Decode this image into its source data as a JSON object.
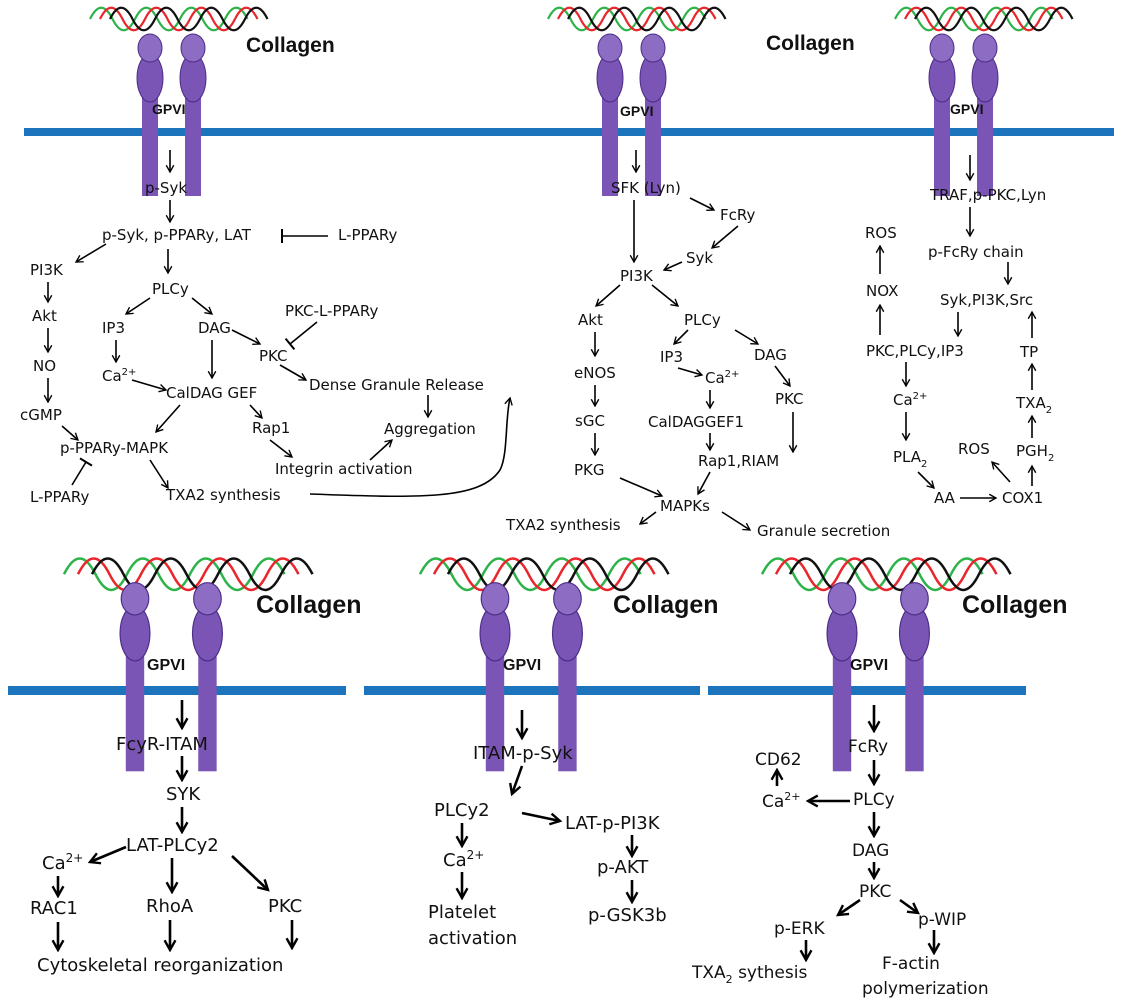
{
  "colors": {
    "membrane": "#1c74bc",
    "receptor": "#7a55b5",
    "receptor_dark": "#4b2c86",
    "helix_red": "#e8262b",
    "helix_green": "#2eb34a",
    "helix_black": "#111111"
  },
  "labels": {
    "collagen": "Collagen",
    "gpvi": "GPVI",
    "ca2": "Ca",
    "plus2": "2+",
    "sub2": "2",
    "txa": "TXA",
    "pla": "PLA",
    "pgh": "PGH"
  },
  "panel1": {
    "psyk": "p-Syk",
    "psyk_ppar_lat": "p-Syk, p-PPARy, LAT",
    "l_ppary_top": "L-PPARy",
    "pi3k": "PI3K",
    "plcy": "PLCy",
    "akt": "Akt",
    "ip3": "IP3",
    "dag": "DAG",
    "pkc_l_ppary": "PKC-L-PPARy",
    "no": "NO",
    "pkc": "PKC",
    "caldag_gef": "CalDAG GEF",
    "dense_granule": "Dense Granule Release",
    "cgmp": "cGMP",
    "rap1": "Rap1",
    "aggregation": "Aggregation",
    "pppary_mapk": "p-PPARy-MAPK",
    "integrin": "Integrin activation",
    "l_ppary_bottom": "L-PPARy",
    "txa2_synthesis": "TXA2 synthesis"
  },
  "panel2": {
    "sfk": "SFK (Lyn)",
    "fcry": "FcRy",
    "syk": "Syk",
    "pi3k": "PI3K",
    "akt": "Akt",
    "plcy": "PLCy",
    "ip3": "IP3",
    "dag": "DAG",
    "enos": "eNOS",
    "sgc": "sGC",
    "pkc": "PKC",
    "caldaggef1": "CalDAGGEF1",
    "pkg": "PKG",
    "rap1_riam": "Rap1,RIAM",
    "mapks": "MAPKs",
    "txa2_synthesis": "TXA2 synthesis",
    "granule_secretion": "Granule secretion"
  },
  "panel3": {
    "traf": "TRAF,p-PKC,Lyn",
    "ros_top": "ROS",
    "pfcry": "p-FcRy chain",
    "nox": "NOX",
    "syk_pi3k_src": "Syk,PI3K,Src",
    "pkc_plcy_ip3": "PKC,PLCy,IP3",
    "tp": "TP",
    "ros_bottom": "ROS",
    "aa": "AA",
    "cox1": "COX1"
  },
  "panel4": {
    "fcyr_itam": "FcyR-ITAM",
    "syk": "SYK",
    "lat_plcy2": "LAT-PLCy2",
    "rac1": "RAC1",
    "rhoa": "RhoA",
    "pkc": "PKC",
    "cyto": "Cytoskeletal  reorganization"
  },
  "panel5": {
    "itam_psyk": "ITAM-p-Syk",
    "plcy2": "PLCy2",
    "lat_ppi3k": "LAT-p-PI3K",
    "pakt": "p-AKT",
    "platelet": "Platelet",
    "activation": "activation",
    "pgsk3b": "p-GSK3b"
  },
  "panel6": {
    "fcry": "FcRy",
    "cd62": "CD62",
    "plcy": "PLCy",
    "dag": "DAG",
    "pkc": "PKC",
    "perk": "p-ERK",
    "pwip": "p-WIP",
    "txa2_synth_a": "TXA",
    "txa2_synth_b": " sythesis",
    "factin": "F-actin",
    "polymerization": "polymerization"
  }
}
